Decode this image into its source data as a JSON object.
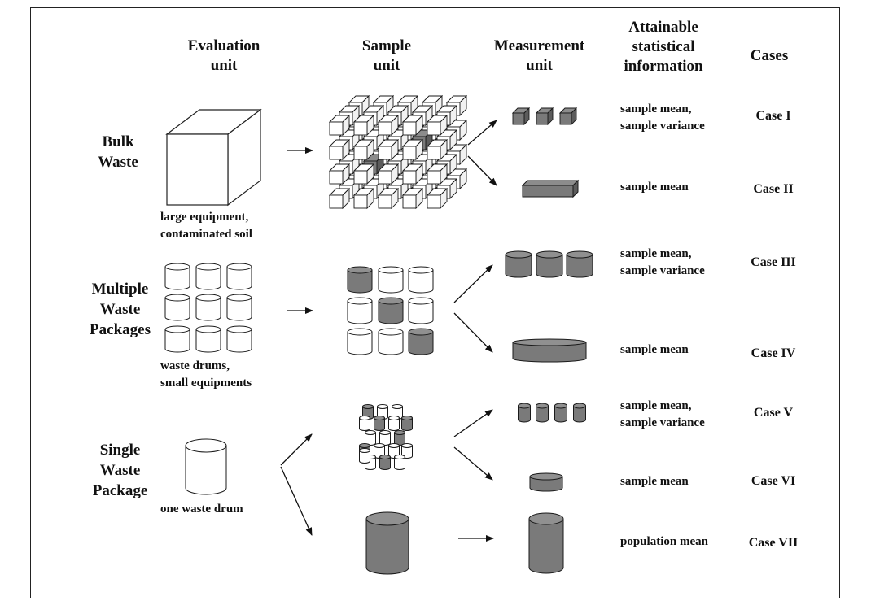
{
  "headers": {
    "evaluation": "Evaluation\nunit",
    "sample": "Sample\nunit",
    "measurement": "Measurement\nunit",
    "stat_info": "Attainable\nstatistical\ninformation",
    "cases": "Cases"
  },
  "rows": {
    "bulk": {
      "label": "Bulk\nWaste",
      "example": "large equipment,\ncontaminated soil"
    },
    "multiple": {
      "label": "Multiple\nWaste\nPackages",
      "example": "waste drums,\nsmall equipments"
    },
    "single": {
      "label": "Single\nWaste\nPackage",
      "example": "one waste drum"
    }
  },
  "stats": {
    "case1": "sample mean,\nsample variance",
    "case2": "sample mean",
    "case3": "sample mean,\nsample variance",
    "case4": "sample mean",
    "case5": "sample mean,\nsample variance",
    "case6": "sample mean",
    "case7": "population mean"
  },
  "cases": {
    "c1": "Case I",
    "c2": "Case II",
    "c3": "Case III",
    "c4": "Case IV",
    "c5": "Case V",
    "c6": "Case VI",
    "c7": "Case VII"
  },
  "colors": {
    "shaded": "#7a7a7a",
    "outline": "#1a1a1a",
    "white": "#ffffff"
  }
}
